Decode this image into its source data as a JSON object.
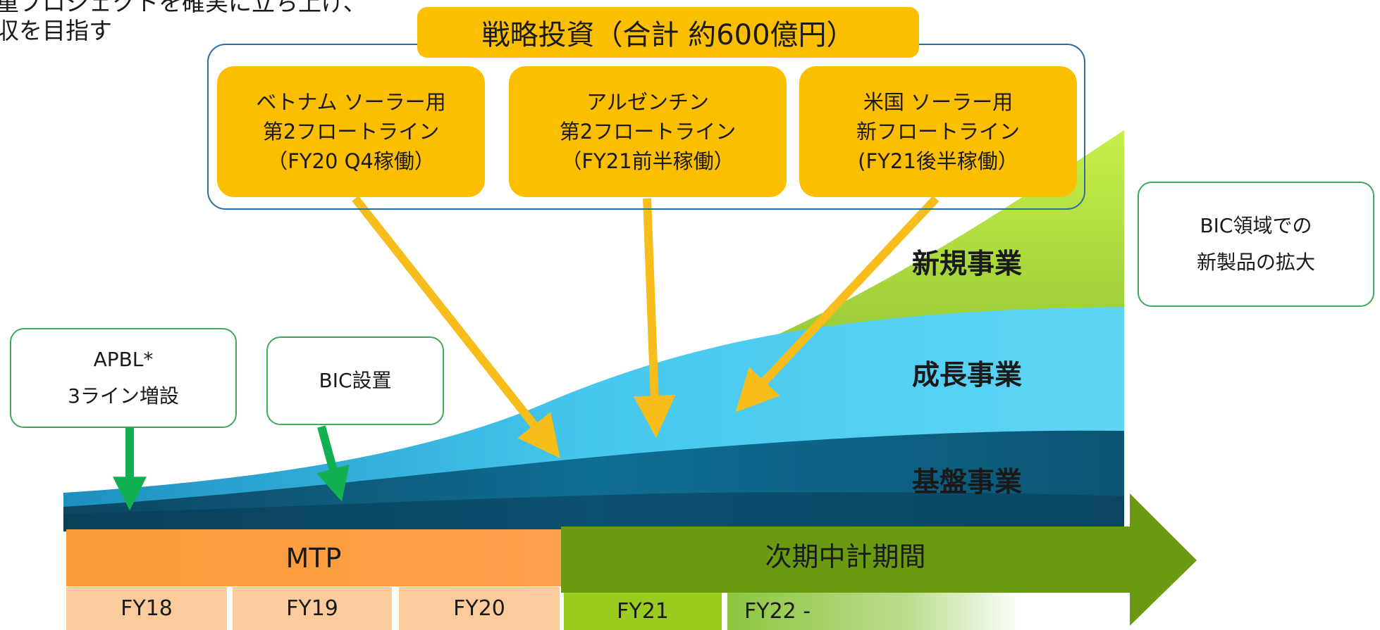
{
  "intro": {
    "line1": "重プロジェクトを確実に立ち上げ、",
    "line2": "収を目指す"
  },
  "strategic_investment": {
    "title": "戦略投資（合計 約600億円）",
    "projects": [
      {
        "lines": [
          "ベトナム ソーラー用",
          "第2フロートライン",
          "（FY20 Q4稼働）"
        ]
      },
      {
        "lines": [
          "アルゼンチン",
          "第2フロートライン",
          "（FY21前半稼働）"
        ]
      },
      {
        "lines": [
          "米国 ソーラー用",
          "新フロートライン",
          "(FY21後半稼働）"
        ]
      }
    ]
  },
  "notes": {
    "apbl": [
      "APBL*",
      "3ライン増設"
    ],
    "bic": "BIC設置",
    "bic_new": [
      "BIC領域での",
      "新製品の拡大"
    ]
  },
  "segments": {
    "new": "新規事業",
    "growth": "成長事業",
    "base": "基盤事業"
  },
  "timeline": {
    "mtp": "MTP",
    "next": "次期中計期間",
    "years": [
      "FY18",
      "FY19",
      "FY20",
      "FY21",
      "FY22 -"
    ]
  },
  "colors": {
    "invest_yellow": "#fbbf00",
    "arrow_yellow": "#f7bd1b",
    "note_green_border": "#3fa85a",
    "green_arrow": "#12b050",
    "frame_blue": "#2e6e9e",
    "mtp_orange": "#fd9a38",
    "next_green": "#6a9a12",
    "fy_orange_light": "#fbcb9b",
    "fy_green_light": "#8cc63f"
  }
}
